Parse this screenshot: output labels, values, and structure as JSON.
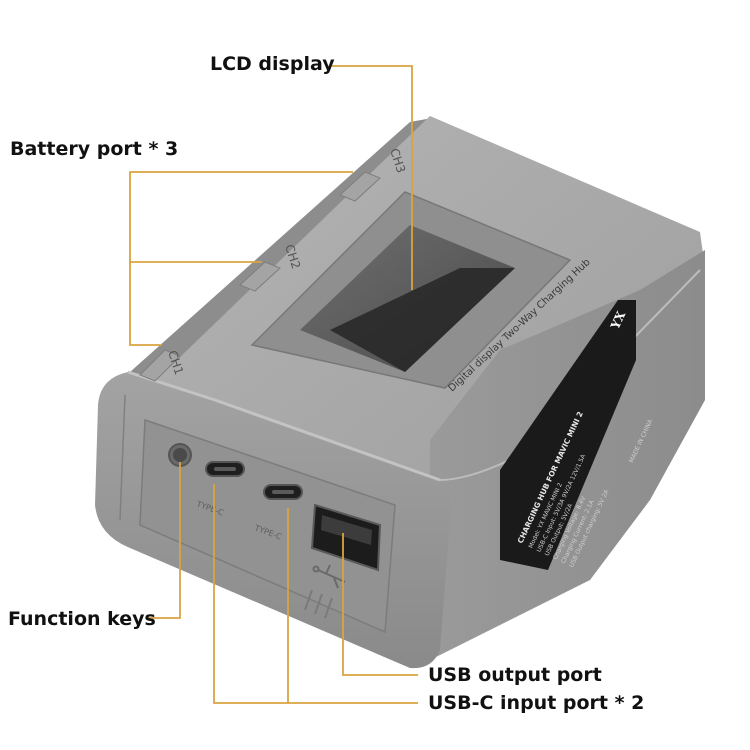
{
  "callouts": {
    "lcd": "LCD display",
    "battery": "Battery port * 3",
    "function_keys": "Function keys",
    "usb_out": "USB output port",
    "usbc_in": "USB-C input port * 2"
  },
  "device": {
    "ch1": "CH1",
    "ch2": "CH2",
    "ch3": "CH3",
    "screen_caption": "Digital display Two-Way Charging Hub",
    "label_title": "CHARGING HUB FOR MAVIC MINI 2",
    "label_lines": [
      "Model: YX MAVIC MINI 2",
      "USB-C Input: 5V/3A 9V/2A 12V/1.5A",
      "USB Output: 5V/2A",
      "Charging Voltage: 8.4V",
      "Charging Current: 2.1A",
      "USB Output charging: 5V 2A"
    ],
    "label_origin": "MADE IN CHINA",
    "label_brand": "YX",
    "port_label_type_c": "TYPE-C",
    "port_label_type_c_2": "TYPE-C"
  },
  "colors": {
    "leader_line": "#d9a441",
    "body_top": "#a8a8a8",
    "body_side": "#8f8f8f",
    "front_face": "#9a9a9a",
    "label_bg": "#1a1a1a"
  }
}
